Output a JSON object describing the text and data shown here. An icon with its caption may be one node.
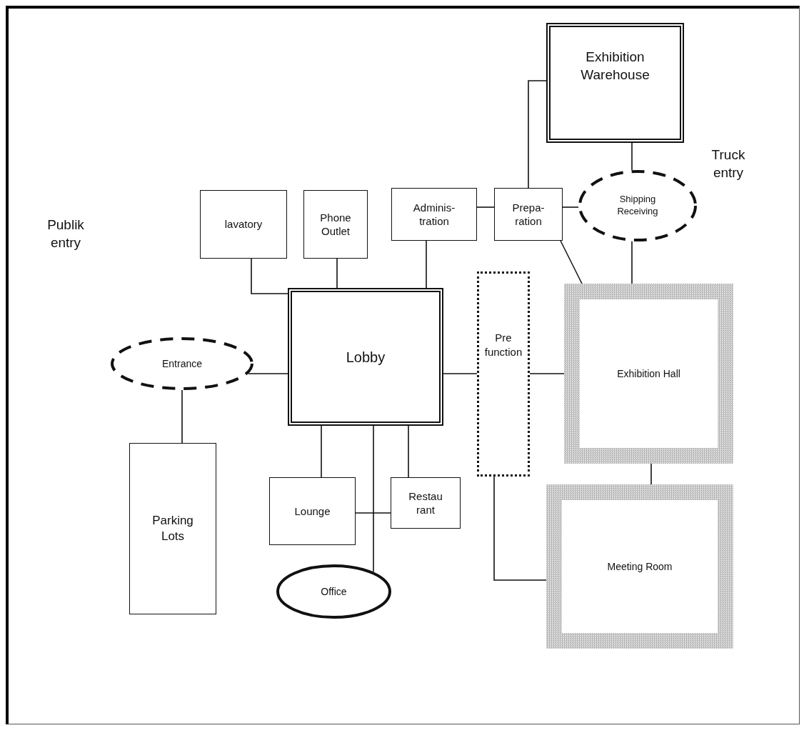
{
  "diagram": {
    "nodes": [
      {
        "text": [
          "Exhibition Warehouse"
        ]
      },
      {
        "text": [
          "lavatory"
        ]
      },
      {
        "text": [
          "Phone Outlet"
        ]
      },
      {
        "text": [
          "Adminis- tration"
        ]
      },
      {
        "text": [
          "Prepa- ration"
        ]
      },
      {
        "text": [
          "Shipping Receiving"
        ]
      },
      {
        "text": [
          "Lobby"
        ]
      },
      {
        "text": [
          "Entrance"
        ]
      },
      {
        "text": [
          "Pre function"
        ]
      },
      {
        "text": [
          "Exhibition Hall"
        ]
      },
      {
        "text": [
          "Lounge"
        ]
      },
      {
        "text": [
          "Restau rant"
        ]
      },
      {
        "text": [
          "Parking Lots"
        ]
      },
      {
        "text": [
          "Meeting Room"
        ]
      },
      {
        "text": [
          "Office"
        ]
      }
    ],
    "edges": [
      {
        "from": 4,
        "to": 0,
        "arrow": "none"
      },
      {
        "from": 0,
        "to": 5,
        "arrow": "none"
      },
      {
        "from": 3,
        "to": 4,
        "arrow": "none"
      },
      {
        "from": 4,
        "to": 5,
        "arrow": "none"
      },
      {
        "from": 4,
        "to": 9,
        "arrow": "none"
      },
      {
        "from": 5,
        "to": 9,
        "arrow": "none"
      },
      {
        "from": 1,
        "to": 6,
        "arrow": "none"
      },
      {
        "from": 2,
        "to": 6,
        "arrow": "none"
      },
      {
        "from": 3,
        "to": 6,
        "arrow": "none"
      },
      {
        "from": 7,
        "to": 6,
        "arrow": "none"
      },
      {
        "from": 7,
        "to": 12,
        "arrow": "none"
      },
      {
        "from": 6,
        "to": 8,
        "arrow": "none"
      },
      {
        "from": 8,
        "to": 9,
        "arrow": "none"
      },
      {
        "from": 6,
        "to": 10,
        "arrow": "none"
      },
      {
        "from": 6,
        "to": 14,
        "arrow": "none"
      },
      {
        "from": 6,
        "to": 11,
        "arrow": "none"
      },
      {
        "from": 10,
        "to": 11,
        "arrow": "none"
      },
      {
        "from": 8,
        "to": 13,
        "arrow": "none"
      },
      {
        "from": 9,
        "to": 13,
        "arrow": "none"
      }
    ],
    "labels": [
      "Truck entry",
      "Publik entry"
    ]
  }
}
